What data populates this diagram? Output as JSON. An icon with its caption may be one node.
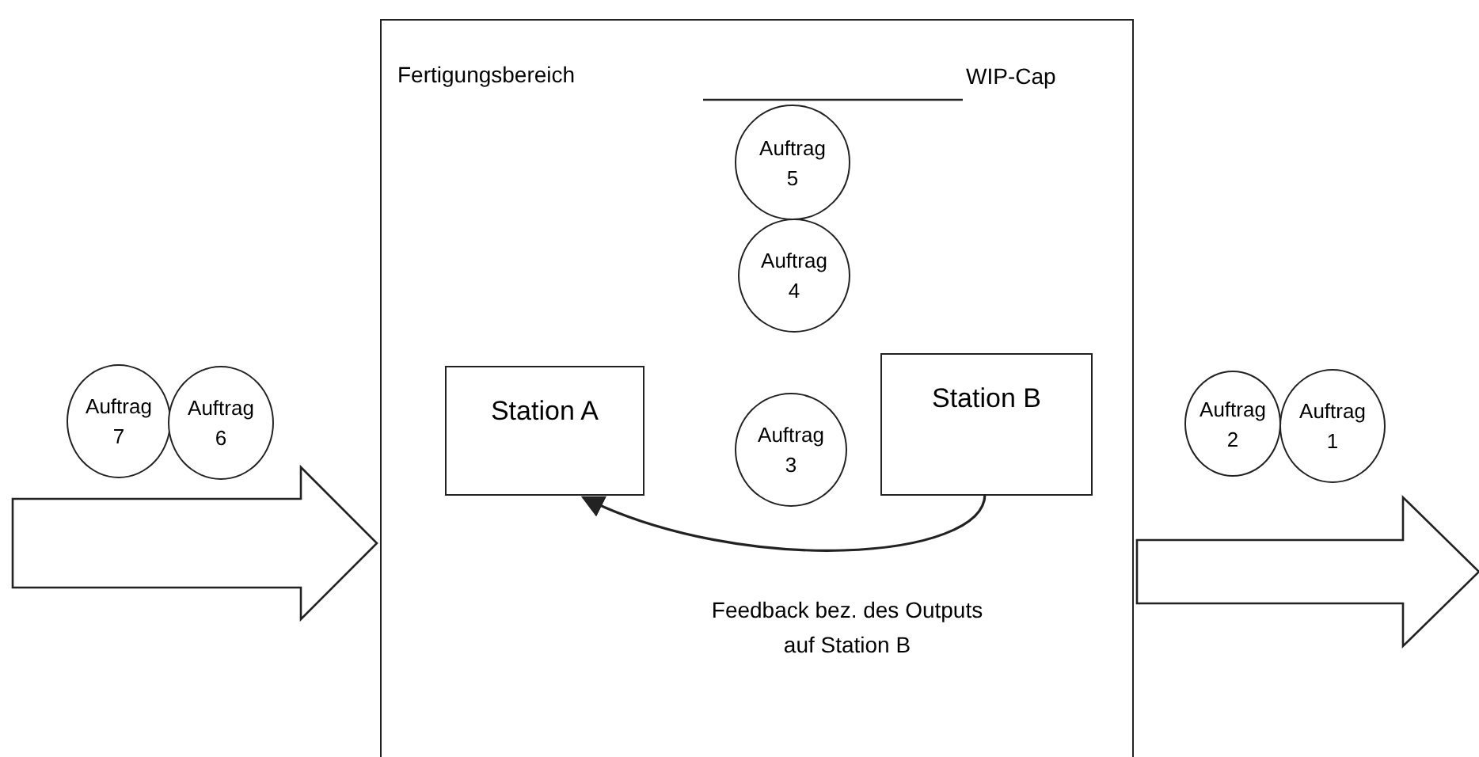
{
  "diagram": {
    "nodes": [
      {
        "text": [
          "Fertigungsbereich"
        ]
      },
      {
        "text": [
          "Station A"
        ],
        "in": 0
      },
      {
        "text": [
          "Station B"
        ],
        "in": 0
      },
      {
        "text": [
          "Auftrag 5"
        ],
        "in": 0
      },
      {
        "text": [
          "Auftrag 4"
        ],
        "in": 0
      },
      {
        "text": [
          "Auftrag 3"
        ],
        "in": 0
      },
      {
        "text": [
          "Auftrag 7"
        ]
      },
      {
        "text": [
          "Auftrag 6"
        ]
      },
      {
        "text": [
          "Auftrag 2"
        ]
      },
      {
        "text": [
          "Auftrag 1"
        ]
      }
    ],
    "edges": [
      {
        "from": null,
        "to": 0,
        "arrow": "to",
        "style": "thick"
      },
      {
        "from": 2,
        "to": 1,
        "arrow": "to",
        "label": "Feedback bez. des Outputs auf Station B"
      },
      {
        "from": 0,
        "to": null,
        "arrow": "to",
        "style": "thick"
      }
    ],
    "labels": [
      "WIP-Cap"
    ]
  }
}
